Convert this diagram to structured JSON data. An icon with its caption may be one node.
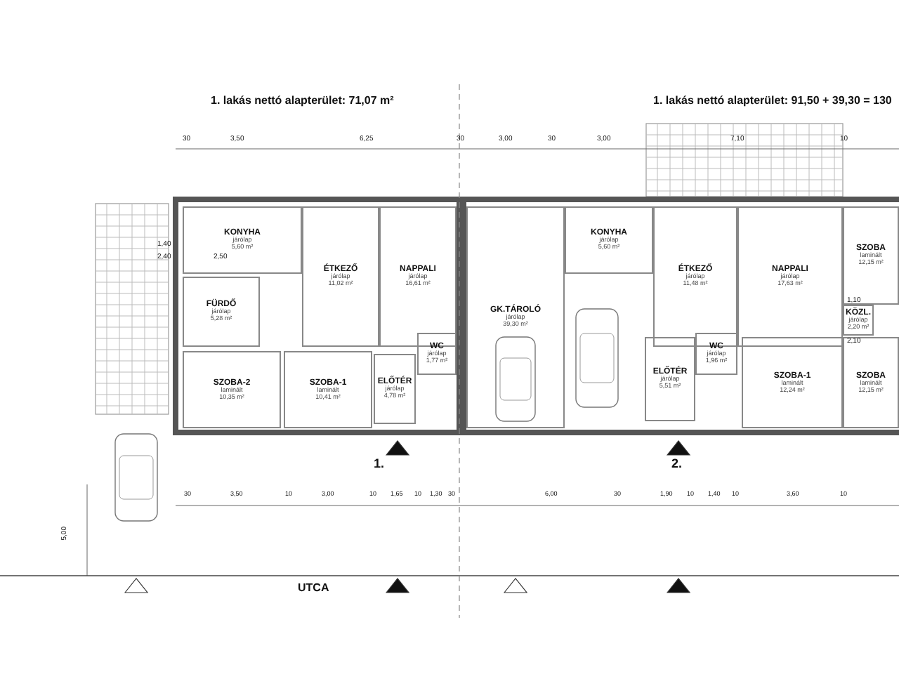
{
  "diagram": {
    "nodes": [
      {
        "text": [
          "KONYHA",
          "járólap",
          "5,60 m²"
        ]
      },
      {
        "text": [
          "ÉTKEZŐ",
          "járólap",
          "11,02 m²"
        ]
      },
      {
        "text": [
          "NAPPALI",
          "járólap",
          "16,61 m²"
        ]
      },
      {
        "text": [
          "FÜRDŐ",
          "járólap",
          "5,28 m²"
        ]
      },
      {
        "text": [
          "SZOBA-2",
          "laminált",
          "10,35 m²"
        ]
      },
      {
        "text": [
          "SZOBA-1",
          "laminált",
          "10,41 m²"
        ]
      },
      {
        "text": [
          "ELŐTÉR",
          "járólap",
          "4,78 m²"
        ]
      },
      {
        "text": [
          "WC",
          "járólap",
          "1,77 m²"
        ]
      },
      {
        "text": [
          "GK.TÁROLÓ",
          "járólap",
          "39,30 m²"
        ]
      },
      {
        "text": [
          "KONYHA",
          "járólap",
          "5,60 m²"
        ]
      },
      {
        "text": [
          "ÉTKEZŐ",
          "járólap",
          "11,48 m²"
        ]
      },
      {
        "text": [
          "NAPPALI",
          "járólap",
          "17,63 m²"
        ]
      },
      {
        "text": [
          "SZOBA",
          "laminált",
          "12,15 m²"
        ]
      },
      {
        "text": [
          "KÖZL.",
          "járólap",
          "2,20 m²"
        ]
      },
      {
        "text": [
          "WC",
          "járólap",
          "1,96 m²"
        ]
      },
      {
        "text": [
          "ELŐTÉR",
          "járólap",
          "5,51 m²"
        ]
      },
      {
        "text": [
          "SZOBA-1",
          "laminált",
          "12,24 m²"
        ]
      },
      {
        "text": [
          "SZOBA",
          "laminált",
          "12,15 m²"
        ]
      }
    ],
    "labels": [
      "1. lakás nettó alapterület: 71,07 m²",
      "1. lakás nettó alapterület: 91,50 + 39,30 = 130",
      "30",
      "3,50",
      "6,25",
      "30",
      "3,00",
      "30",
      "3,00",
      "7,10",
      "10",
      "1,40",
      "2,40",
      "2,50",
      "1,10",
      "2,10",
      "1.",
      "2.",
      "30",
      "3,50",
      "10",
      "3,00",
      "10",
      "1,65",
      "10",
      "1,30",
      "30",
      "6,00",
      "30",
      "1,90",
      "10",
      "1,40",
      "10",
      "3,60",
      "10",
      "5,00",
      "UTCA"
    ]
  }
}
